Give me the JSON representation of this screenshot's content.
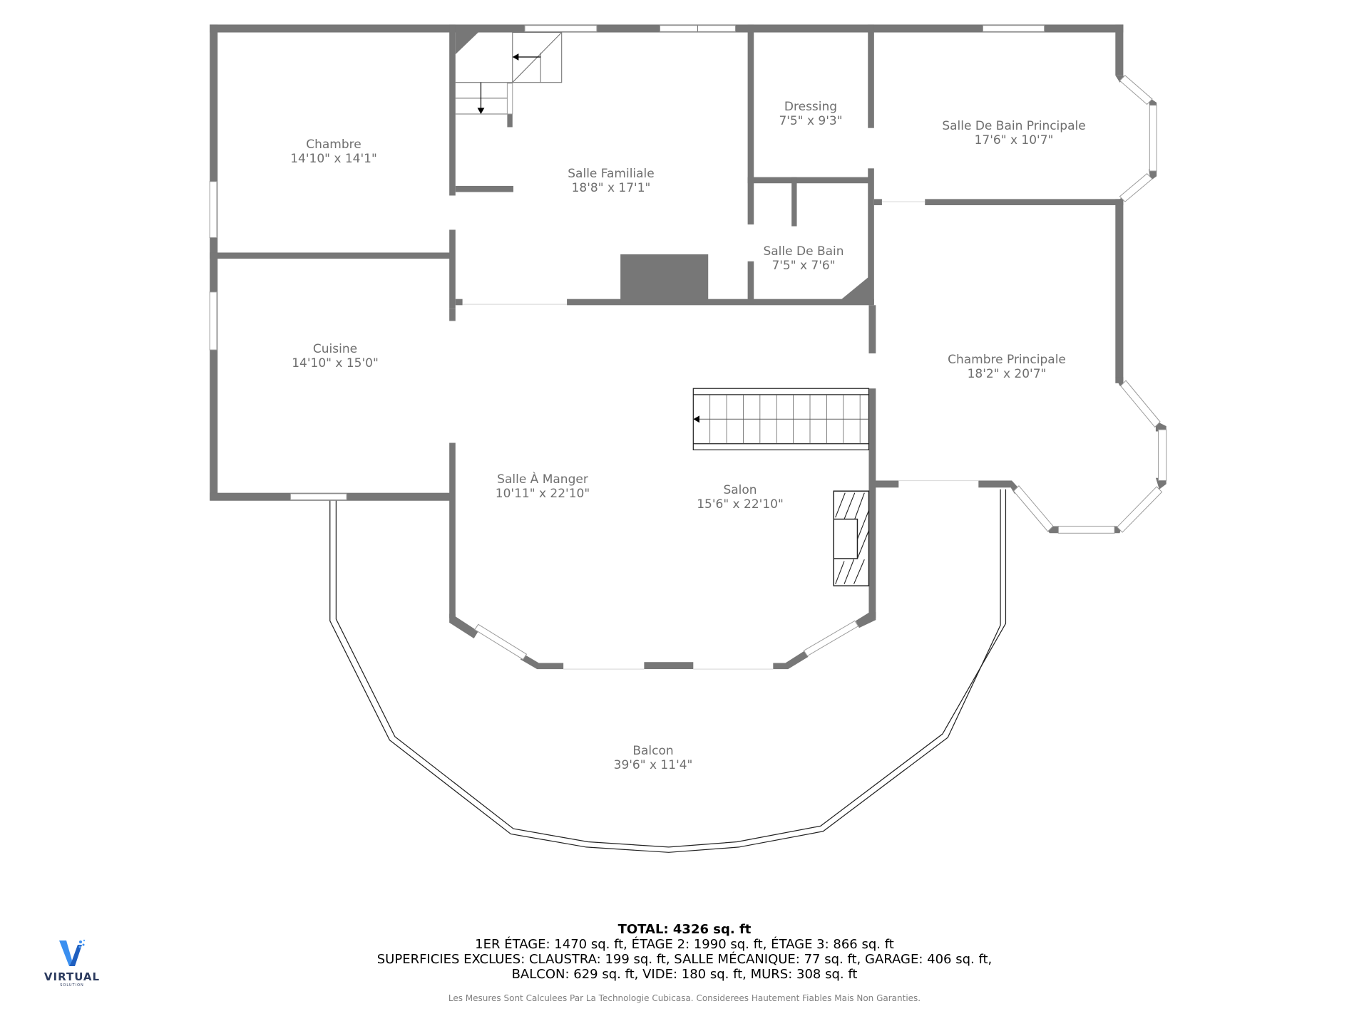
{
  "rooms": [
    {
      "id": "chambre",
      "name": "Chambre",
      "dims": "14'10\" x 14'1\""
    },
    {
      "id": "salle-familiale",
      "name": "Salle Familiale",
      "dims": "18'8\" x 17'1\""
    },
    {
      "id": "dressing",
      "name": "Dressing",
      "dims": "7'5\" x 9'3\""
    },
    {
      "id": "salle-de-bain-principale",
      "name": "Salle De Bain Principale",
      "dims": "17'6\" x 10'7\""
    },
    {
      "id": "salle-de-bain",
      "name": "Salle De Bain",
      "dims": "7'5\" x 7'6\""
    },
    {
      "id": "cuisine",
      "name": "Cuisine",
      "dims": "14'10\" x 15'0\""
    },
    {
      "id": "chambre-principale",
      "name": "Chambre Principale",
      "dims": "18'2\" x 20'7\""
    },
    {
      "id": "salle-a-manger",
      "name": "Salle À Manger",
      "dims": "10'11\" x 22'10\""
    },
    {
      "id": "salon",
      "name": "Salon",
      "dims": "15'6\" x 22'10\""
    },
    {
      "id": "balcon",
      "name": "Balcon",
      "dims": "39'6\" x 11'4\""
    }
  ],
  "footer": {
    "total": "TOTAL: 4326 sq. ft",
    "floors": "1ER ÉTAGE: 1470 sq. ft, ÉTAGE 2: 1990 sq. ft, ÉTAGE 3: 866 sq. ft",
    "excluded_1": "SUPERFICIES EXCLUES: CLAUSTRA: 199 sq. ft, SALLE MÉCANIQUE: 77 sq. ft, GARAGE: 406 sq. ft,",
    "excluded_2": "BALCON: 629 sq. ft, VIDE: 180 sq. ft, MURS: 308 sq. ft",
    "disclaimer": "Les Mesures Sont Calculees Par La Technologie Cubicasa. Considerees Hautement Fiables Mais Non Garanties."
  },
  "logo": {
    "icon": "v-logo-icon",
    "name": "VIRTUAL",
    "subtitle": "SOLUTION",
    "colors": {
      "primary": "#2f7fe0",
      "text": "#2b3a5e"
    }
  },
  "colors": {
    "wall": "#777777",
    "label": "#6f6f6f",
    "background": "#ffffff"
  }
}
